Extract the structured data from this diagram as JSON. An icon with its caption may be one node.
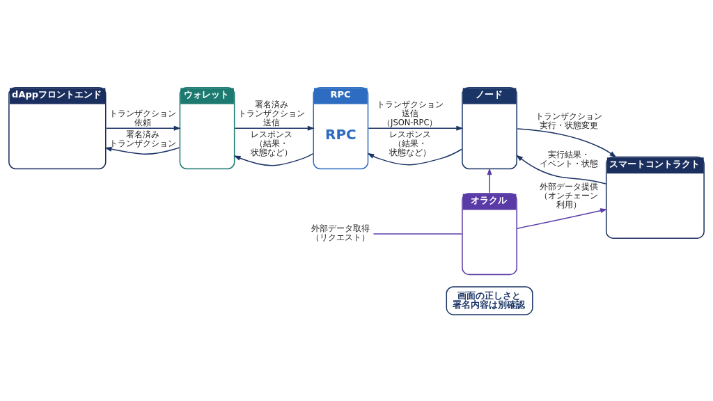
{
  "diagram": {
    "nodes": [
      {
        "text": [
          "dAppフロントエンド"
        ]
      },
      {
        "text": [
          "ウォレット"
        ]
      },
      {
        "text": [
          "RPC",
          "RPC"
        ]
      },
      {
        "text": [
          "ノード"
        ]
      },
      {
        "text": [
          "スマートコントラクト"
        ]
      },
      {
        "text": [
          "外部データ取得（リクエスト）"
        ]
      },
      {
        "text": [
          "オラクル"
        ]
      },
      {
        "text": [
          "画面の正しさと署名内容は別確認"
        ]
      }
    ],
    "edges": [
      {
        "from": 0,
        "to": 1,
        "arrow": "to",
        "label": "トランザクション依頼"
      },
      {
        "from": 1,
        "to": 0,
        "arrow": "to",
        "label": "署名済みトランザクション"
      },
      {
        "from": 1,
        "to": 2,
        "arrow": "to",
        "label": "署名済みトランザクション送信"
      },
      {
        "from": 2,
        "to": 1,
        "arrow": "to",
        "label": "レスポンス（結果・状態など）"
      },
      {
        "from": 2,
        "to": 3,
        "arrow": "to",
        "label": "トランザクション送信（JSON-RPC）"
      },
      {
        "from": 3,
        "to": 2,
        "arrow": "to",
        "label": "レスポンス（結果・状態など）"
      },
      {
        "from": 3,
        "to": 4,
        "arrow": "to",
        "label": "トランザクション実行・状態変更"
      },
      {
        "from": 4,
        "to": 3,
        "arrow": "to",
        "label": "実行結果・イベント・状態"
      },
      {
        "from": 6,
        "to": 3,
        "arrow": "to",
        "color": "#5b3ea8"
      },
      {
        "from": 5,
        "to": 6,
        "arrow": "none",
        "color": "#5b3ea8"
      },
      {
        "from": 6,
        "to": 4,
        "arrow": "to",
        "label": "外部データ提供（オンチェーン利用）",
        "color": "#5b3ea8"
      }
    ]
  }
}
